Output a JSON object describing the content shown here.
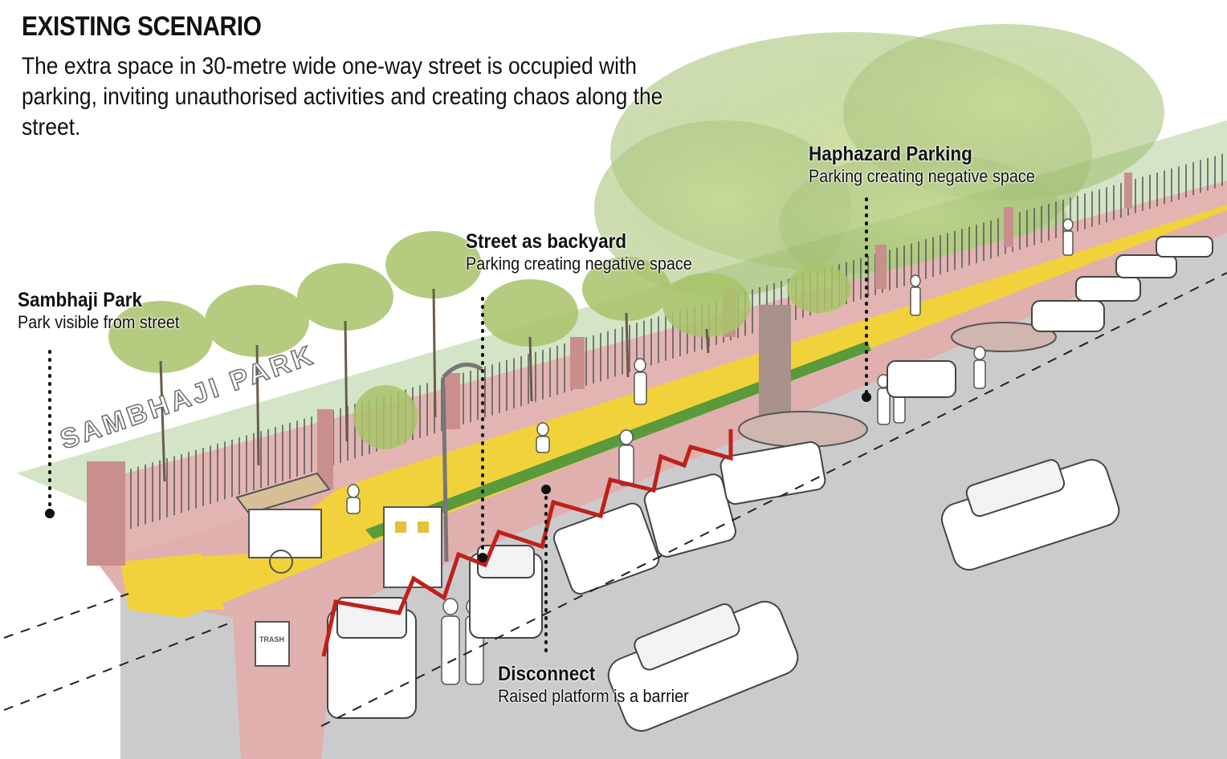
{
  "heading": "EXISTING SCENARIO",
  "intro": "The extra space in 30-metre wide one-way street is occupied with parking, inviting unauthorised activities and creating chaos along the street.",
  "park_lettering": "SAMBHAJI PARK",
  "trash_bin_label": "TRASH",
  "callouts": {
    "sambhaji": {
      "title": "Sambhaji Park",
      "text": "Park visible from street"
    },
    "backyard": {
      "title": "Street as backyard",
      "text": "Parking creating negative space"
    },
    "haphazard": {
      "title": "Haphazard Parking",
      "text": "Parking creating negative space"
    },
    "disconnect": {
      "title": "Disconnect",
      "text": "Raised platform is a barrier"
    }
  },
  "colors": {
    "road": "#c9c9cb",
    "footpath": "#f2d23a",
    "wall": "#ddaaaa",
    "lawn": "#cfe2c2",
    "planter": "#5a9a3a",
    "zigzag": "#c0201a",
    "tree": "#a9c46a"
  }
}
